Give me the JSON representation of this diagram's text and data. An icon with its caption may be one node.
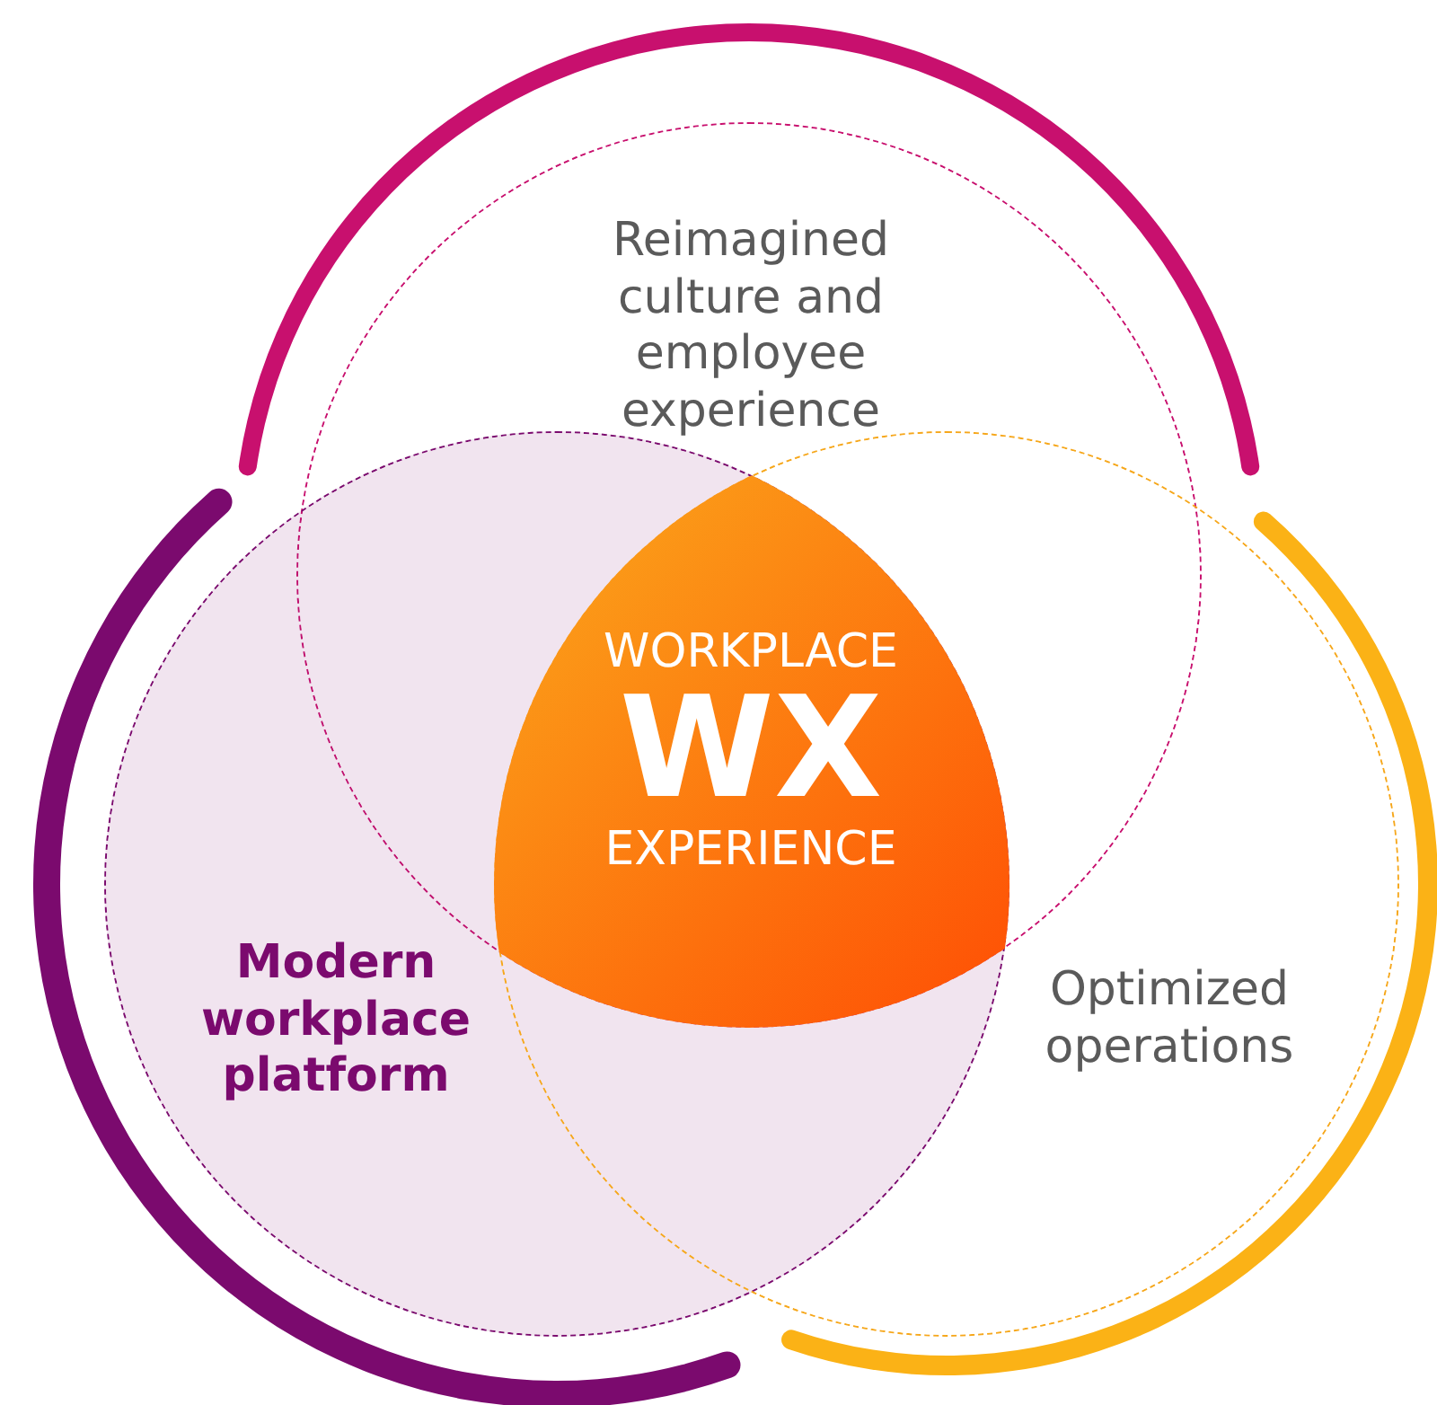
{
  "diagram": {
    "nodes": [
      {
        "text": [
          "Reimagined culture and employee experience"
        ]
      },
      {
        "text": [
          "Modern workplace platform"
        ]
      },
      {
        "text": [
          "Optimized operations"
        ]
      },
      {
        "text": [
          "WORKPLACE",
          "WX",
          "EXPERIENCE"
        ]
      }
    ]
  }
}
